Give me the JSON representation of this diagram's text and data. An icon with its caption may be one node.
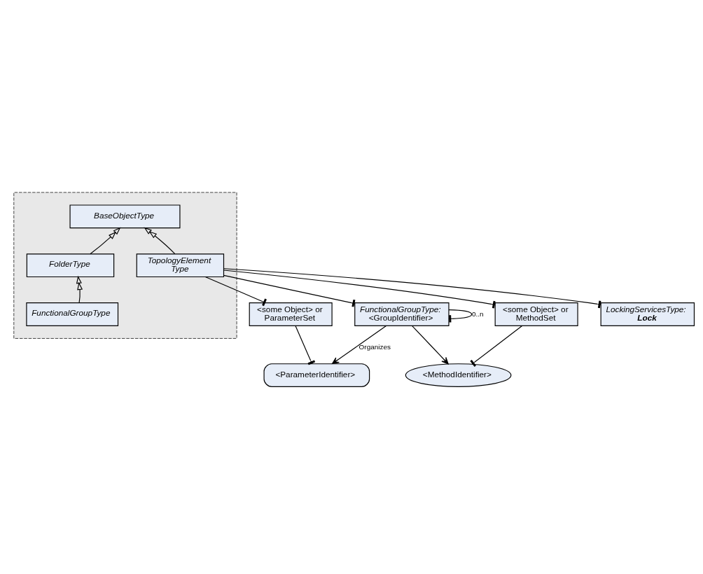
{
  "diagram": {
    "nodes": [
      {
        "text": [],
        "shape": "box"
      },
      {
        "text": [
          "BaseObjectType"
        ],
        "in": 0
      },
      {
        "text": [
          "TopologyElement Type"
        ],
        "in": 0
      },
      {
        "text": [
          "FolderType"
        ],
        "in": 0
      },
      {
        "text": [
          "FunctionalGroupType"
        ],
        "in": 0
      },
      {
        "text": [
          "<some Object> or ParameterSet"
        ]
      },
      {
        "text": [
          "<ParameterIdentifier>"
        ]
      },
      {
        "text": [
          "<some Object> or MethodSet"
        ]
      },
      {
        "text": [
          "<MethodIdentifier>"
        ]
      },
      {
        "text": [
          "FunctionalGroupType:",
          "<GroupIdentifier>"
        ]
      },
      {
        "text": [
          "LockingServicesType:",
          "**Lock**"
        ]
      }
    ],
    "edges": [
      {
        "from": 2,
        "to": 1,
        "arrow": "to"
      },
      {
        "from": 3,
        "to": 1,
        "arrow": "to"
      },
      {
        "from": 4,
        "to": 3,
        "arrow": "to"
      },
      {
        "from": 2,
        "to": 5,
        "arrow": "other"
      },
      {
        "from": 5,
        "to": 6,
        "arrow": "other"
      },
      {
        "from": 2,
        "to": 7,
        "arrow": "other"
      },
      {
        "from": 7,
        "to": 8,
        "arrow": "other"
      },
      {
        "from": 2,
        "to": 9,
        "arrow": "other"
      },
      {
        "from": 2,
        "to": 10,
        "arrow": "other"
      },
      {
        "from": 9,
        "to": 6,
        "arrow": "to",
        "label": "Organizes"
      },
      {
        "from": 9,
        "to": 8,
        "arrow": "to"
      },
      {
        "from": 9,
        "to": 9,
        "arrow": "other",
        "label": "0..n"
      }
    ]
  }
}
